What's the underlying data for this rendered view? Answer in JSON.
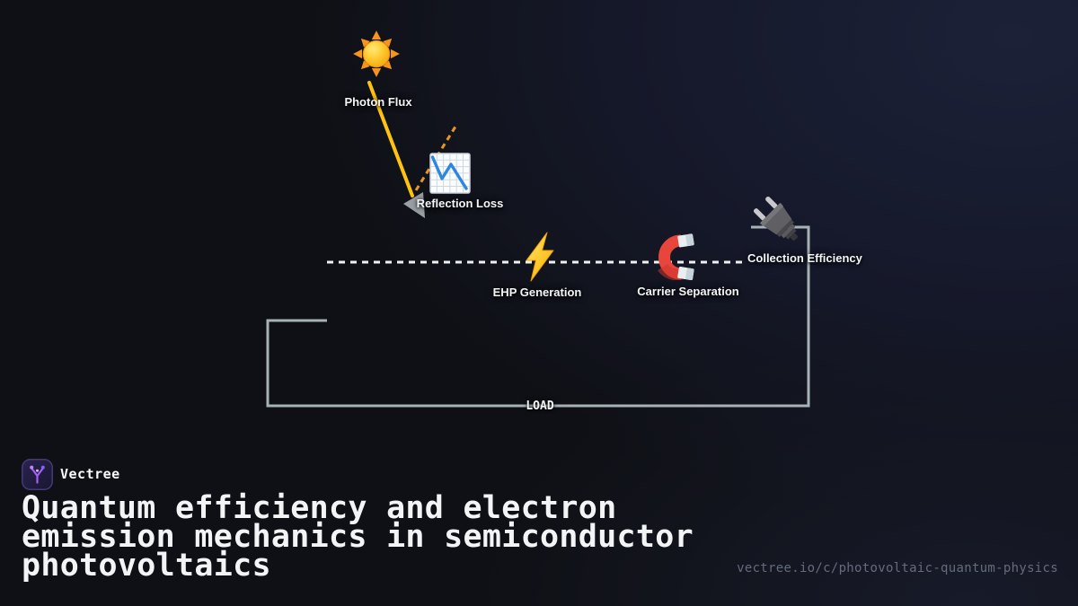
{
  "diagram": {
    "stages": [
      {
        "label": "Photon Flux",
        "icon": "sun-icon"
      },
      {
        "label": "Reflection Loss",
        "icon": "chart-decreasing-icon"
      },
      {
        "label": "EHP Generation",
        "icon": "lightning-icon"
      },
      {
        "label": "Carrier Separation",
        "icon": "magnet-icon"
      },
      {
        "label": "Collection Efficiency",
        "icon": "plug-icon"
      }
    ],
    "load_label": "LOAD",
    "colors": {
      "photon_ray": "#ffc20e",
      "reflection_ray": "#e8961e",
      "flow_line": "#eef0f2",
      "circuit_wire": "#a6b2b5",
      "arrowhead": "#9aa0a6"
    }
  },
  "footer": {
    "brand": "Vectree",
    "title_lines": [
      "Quantum efficiency and electron",
      "emission mechanics in semiconductor",
      "photovoltaics"
    ],
    "url": "vectree.io/c/photovoltaic-quantum-physics",
    "accent_color": "#a262f2"
  }
}
